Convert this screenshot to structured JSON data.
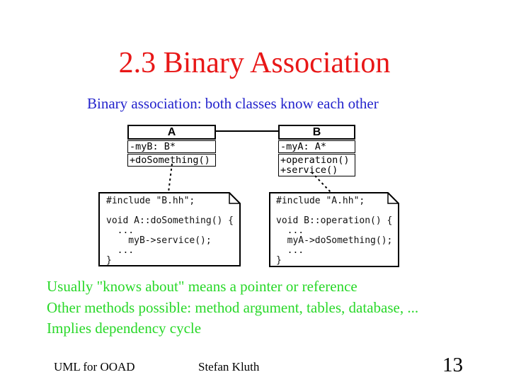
{
  "slide": {
    "title": "2.3 Binary Association",
    "subtitle": "Binary association: both classes know each other",
    "bullets": [
      "Usually \"knows about\" means a pointer or reference",
      "Other methods possible: method argument, tables, database, ...",
      "Implies dependency cycle"
    ],
    "footer": {
      "course": "UML for OOAD",
      "author": "Stefan Kluth",
      "page_number": "13"
    },
    "colors": {
      "title": "#e81717",
      "subtitle": "#2323cc",
      "bullets": "#28d828",
      "diagram": "#000000",
      "background": "#ffffff"
    }
  },
  "diagram": {
    "class_a": {
      "name": "A",
      "attributes": [
        "-myB: B*"
      ],
      "operations": [
        "+doSomething()"
      ]
    },
    "class_b": {
      "name": "B",
      "attributes": [
        "-myA: A*"
      ],
      "operations": [
        "+operation()",
        "+service()"
      ]
    },
    "note_a_lines": [
      "#include \"B.hh\";",
      "",
      "void A::doSomething() {",
      "  ...",
      "    myB->service();",
      "  ...",
      "}"
    ],
    "note_b_lines": [
      "#include \"A.hh\";",
      "",
      "void B::operation() {",
      "  ...",
      "  myA->doSomething();",
      "  ...",
      "}"
    ]
  }
}
